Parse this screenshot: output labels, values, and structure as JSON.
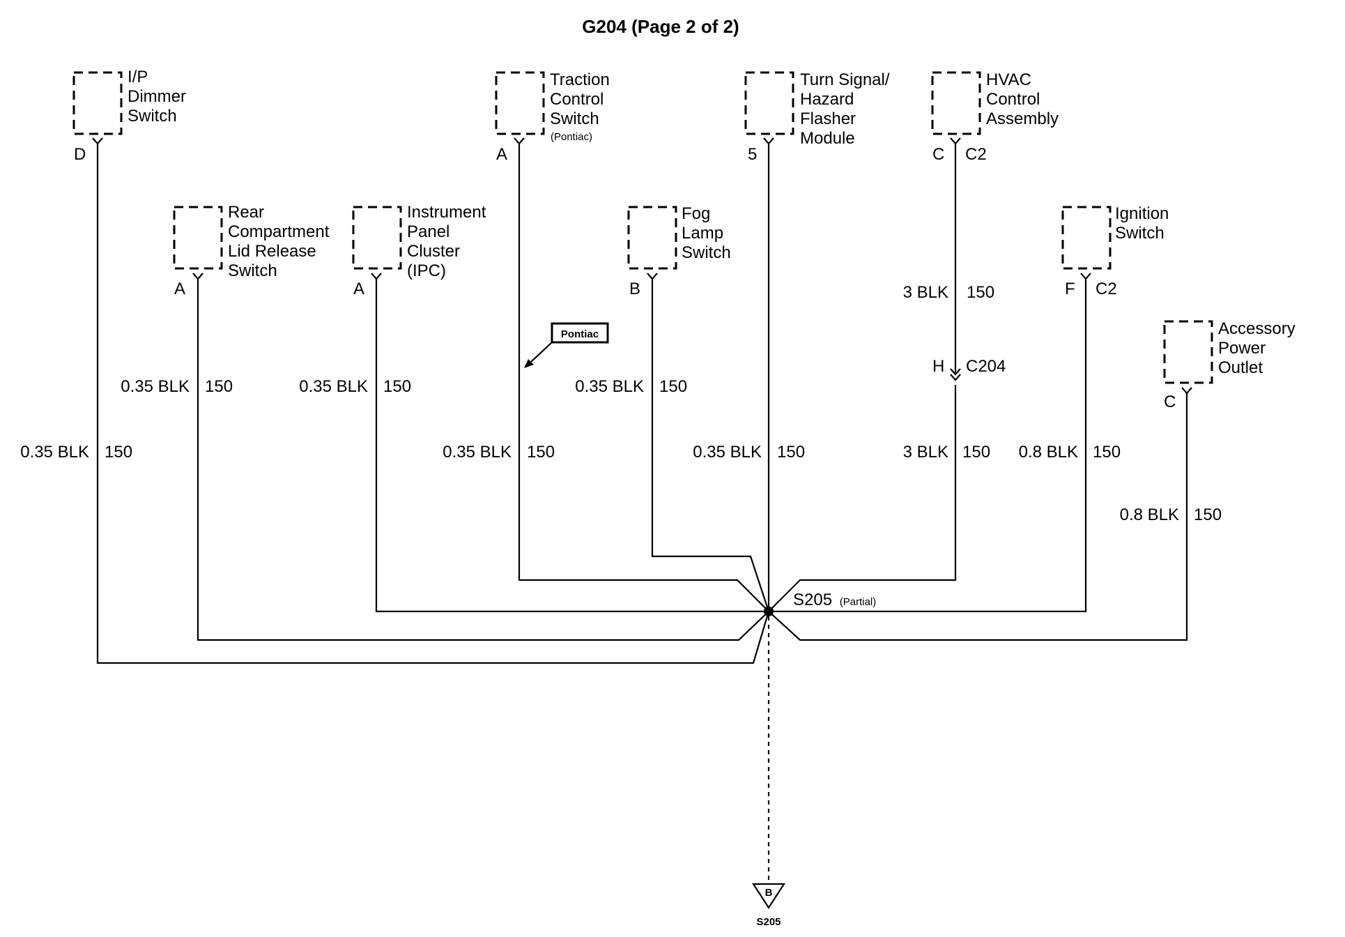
{
  "title": "G204 (Page 2 of 2)",
  "components": {
    "ip_dimmer": {
      "lines": [
        "I/P",
        "Dimmer",
        "Switch"
      ],
      "pin": "D"
    },
    "traction": {
      "lines": [
        "Traction",
        "Control",
        "Switch"
      ],
      "note": "(Pontiac)",
      "pin": "A"
    },
    "turn_signal": {
      "lines": [
        "Turn Signal/",
        "Hazard",
        "Flasher",
        "Module"
      ],
      "pin": "5"
    },
    "hvac": {
      "lines": [
        "HVAC",
        "Control",
        "Assembly"
      ],
      "pin": "C",
      "connector": "C2"
    },
    "rear_comp": {
      "lines": [
        "Rear",
        "Compartment",
        "Lid Release",
        "Switch"
      ],
      "pin": "A"
    },
    "ipc": {
      "lines": [
        "Instrument",
        "Panel",
        "Cluster",
        "(IPC)"
      ],
      "pin": "A"
    },
    "fog": {
      "lines": [
        "Fog",
        "Lamp",
        "Switch"
      ],
      "pin": "B"
    },
    "ignition": {
      "lines": [
        "Ignition",
        "Switch"
      ],
      "pin": "F",
      "connector": "C2"
    },
    "accessory": {
      "lines": [
        "Accessory",
        "Power",
        "Outlet"
      ],
      "pin": "C"
    }
  },
  "wires": {
    "ip_dimmer": {
      "gauge": "0.35 BLK",
      "circuit": "150"
    },
    "rear_comp": {
      "gauge": "0.35 BLK",
      "circuit": "150"
    },
    "ipc": {
      "gauge": "0.35 BLK",
      "circuit": "150"
    },
    "traction": {
      "gauge": "0.35 BLK",
      "circuit": "150"
    },
    "fog": {
      "gauge": "0.35 BLK",
      "circuit": "150"
    },
    "turn_signal": {
      "gauge": "0.35 BLK",
      "circuit": "150"
    },
    "hvac_upper": {
      "gauge": "3 BLK",
      "circuit": "150"
    },
    "hvac_lower": {
      "gauge": "3 BLK",
      "circuit": "150"
    },
    "ignition": {
      "gauge": "0.8 BLK",
      "circuit": "150"
    },
    "accessory": {
      "gauge": "0.8 BLK",
      "circuit": "150"
    }
  },
  "inline_connector": {
    "pin": "H",
    "name": "C204"
  },
  "option_callout": "Pontiac",
  "splice": {
    "name": "S205",
    "note": "(Partial)"
  },
  "offpage": {
    "letter": "B",
    "ref": "S205"
  }
}
